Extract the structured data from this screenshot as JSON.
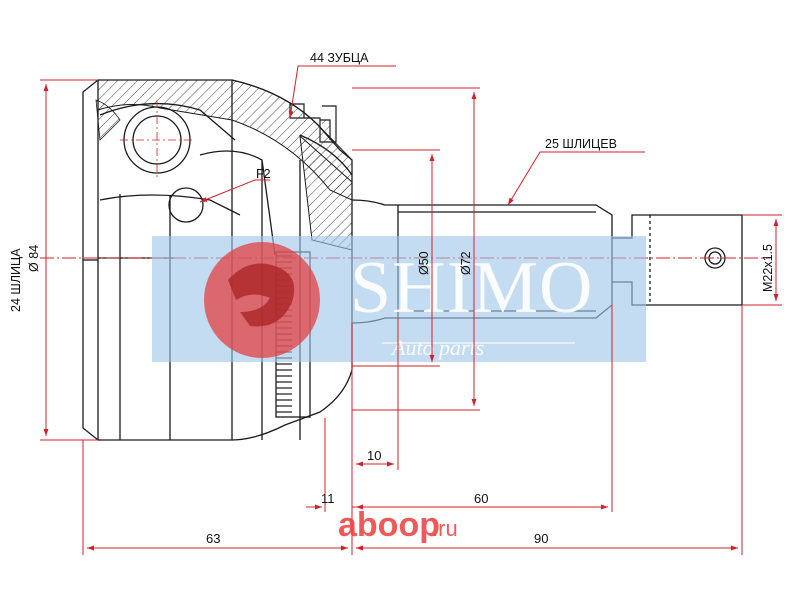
{
  "labels": {
    "teeth": "44 ЗУБЦА",
    "splines_shaft": "25 ШЛИЦЕВ",
    "splines_housing": "24 ШЛИЦА",
    "dia_outer": "Ø 84",
    "fit": "F2",
    "dia_50": "Ø50",
    "dia_72": "Ø72",
    "thread": "M22x1.5"
  },
  "dimensions": {
    "d10": "10",
    "d11": "11",
    "d60": "60",
    "d63": "63",
    "d90": "90"
  },
  "watermark": {
    "brand": "SHIMO",
    "sub": "Auto parts",
    "footer_brand": "aboop",
    "footer_tld": ".ru"
  },
  "colors": {
    "dimension_red": "#d0202a",
    "banner_blue": "#9fc6e8",
    "logo_red": "#e23c3c",
    "footer_red": "#ee3d3d",
    "outline": "#1a1a1a"
  }
}
